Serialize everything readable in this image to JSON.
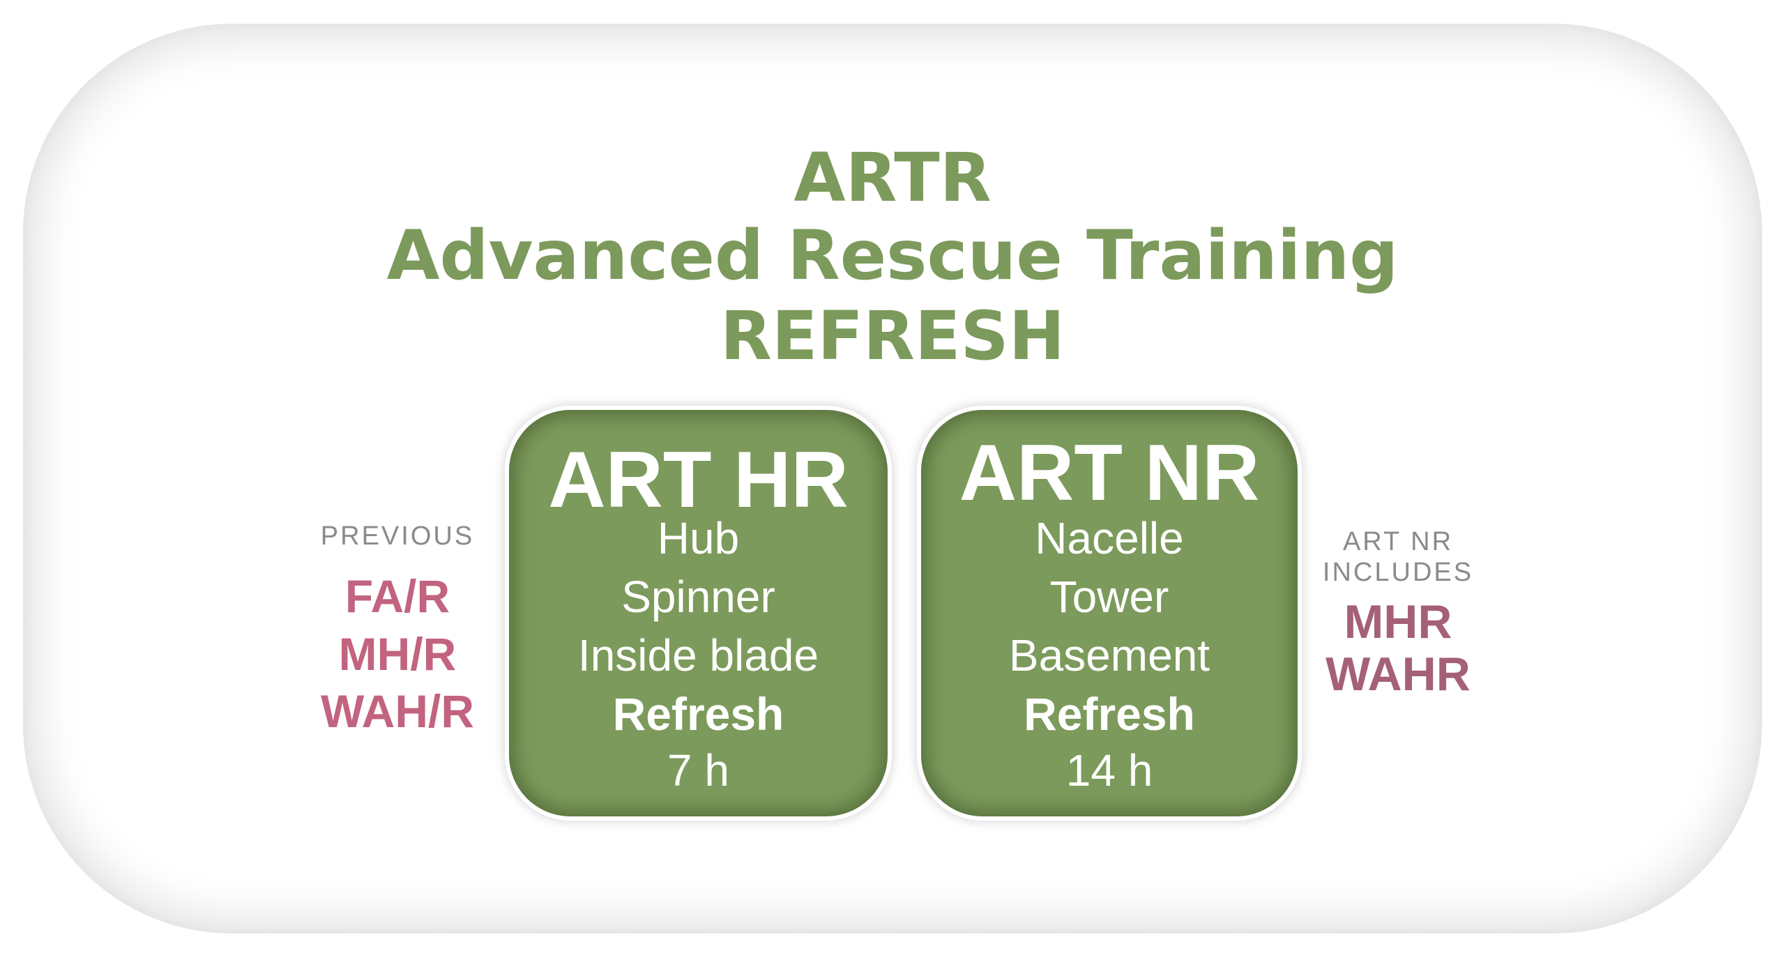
{
  "title": {
    "line1": "ARTR",
    "line2": "Advanced Rescue Training",
    "line3": "REFRESH"
  },
  "cards": [
    {
      "title": "ART HR",
      "items": [
        "Hub",
        "Spinner",
        "Inside blade"
      ],
      "emphasis": "Refresh",
      "duration": "7 h"
    },
    {
      "title": "ART NR",
      "items": [
        "Nacelle",
        "Tower",
        "Basement"
      ],
      "emphasis": "Refresh",
      "duration": "14 h"
    }
  ],
  "previous": {
    "label": "PREVIOUS",
    "items": [
      "FA/R",
      "MH/R",
      "WAH/R"
    ]
  },
  "includes": {
    "label_line1": "ART NR",
    "label_line2": "INCLUDES",
    "items": [
      "MHR",
      "WAHR"
    ]
  },
  "colors": {
    "title_green": "#7c9a5b",
    "card_green": "#7c9a5b",
    "previous_pink": "#c2637f",
    "includes_mauve": "#a56079",
    "label_gray": "#8a8a8a"
  }
}
